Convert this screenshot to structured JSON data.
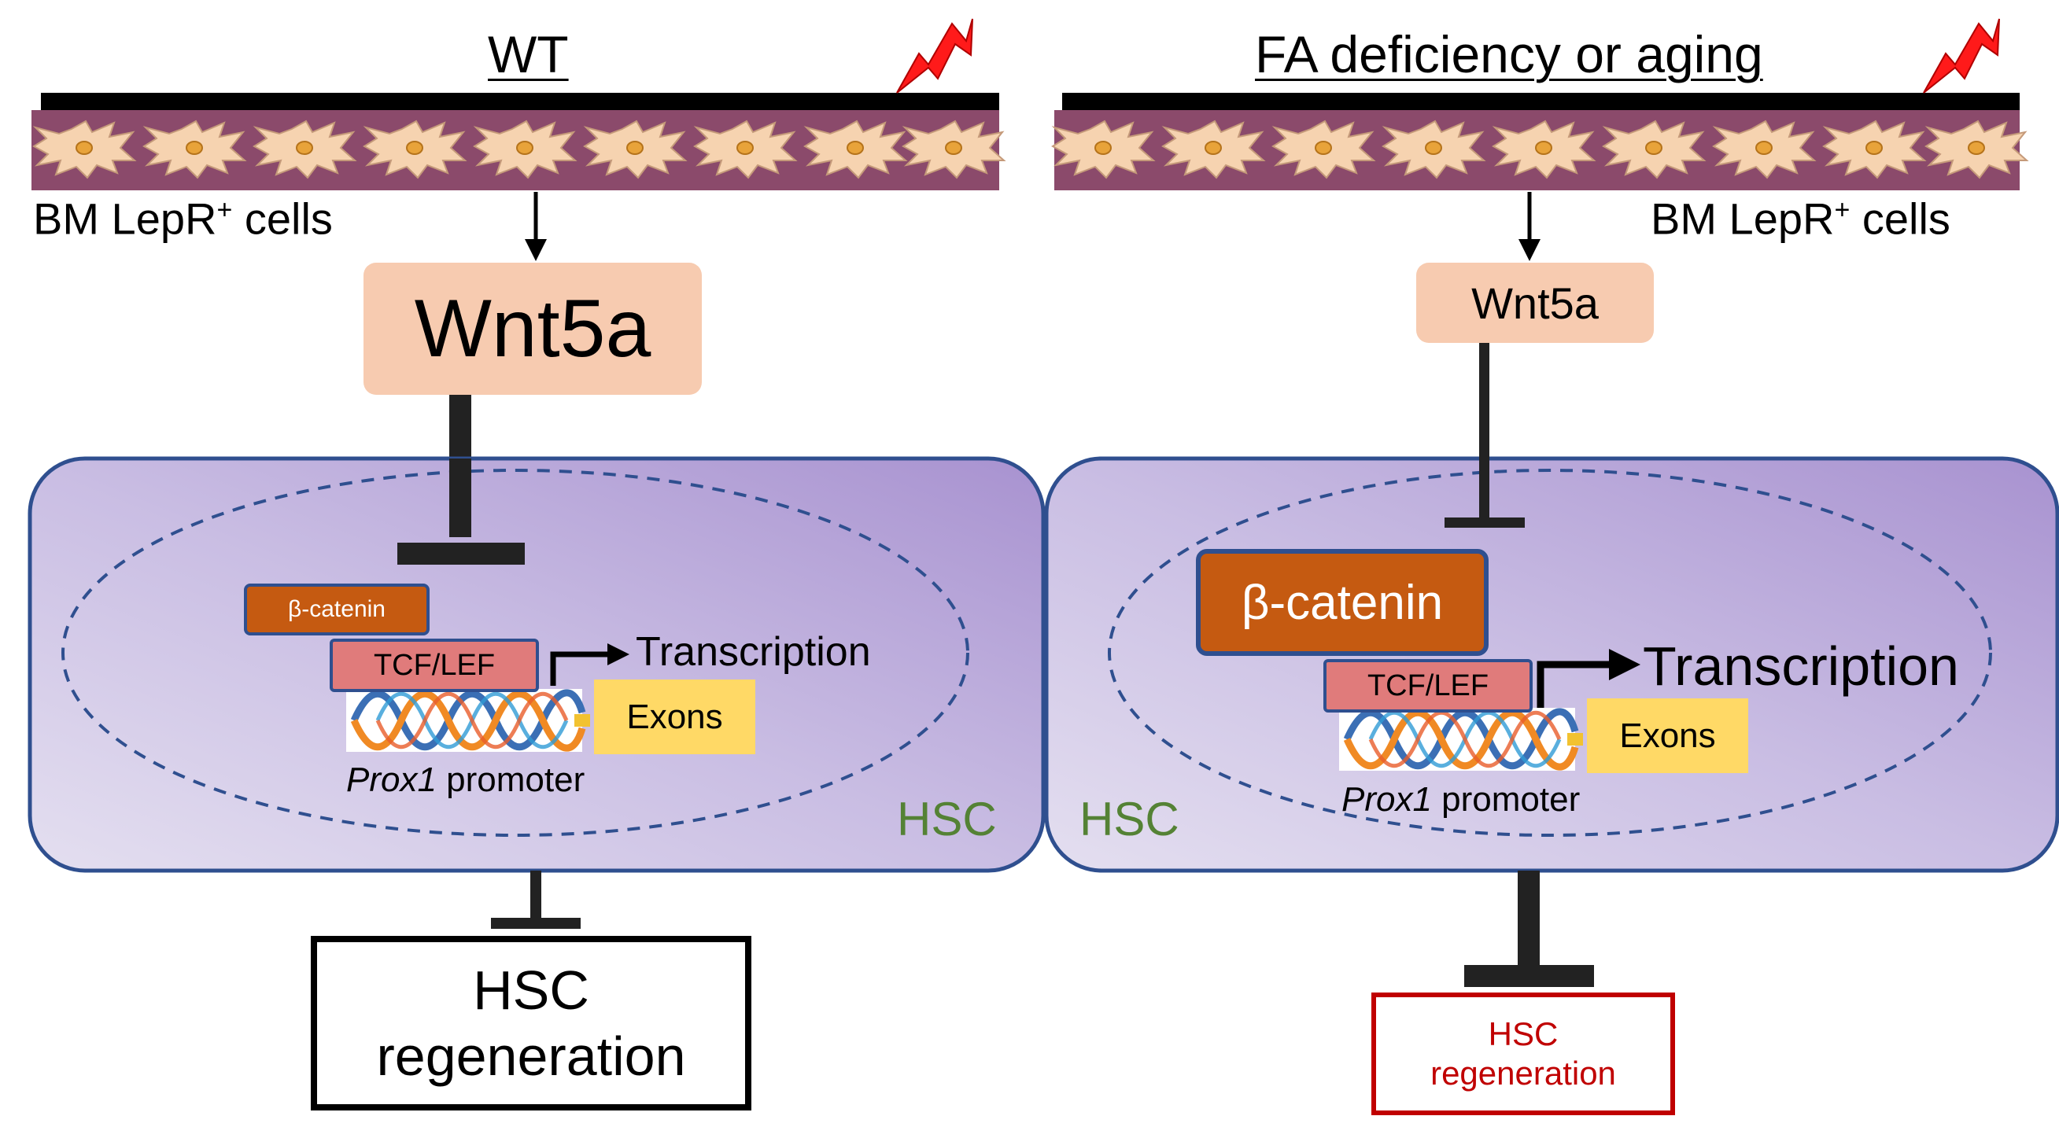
{
  "colors": {
    "membrane_top": "#000000",
    "tissue": "#8b4a6b",
    "cell_fill": "#f6d3b0",
    "nucleus": "#e8a33a",
    "wnt_box": "#f7cbb0",
    "hsc_fill": "#c6b6e0",
    "hsc_border": "#2f4f8f",
    "beta_catenin": "#c55a11",
    "tcf_lef": "#e07b7b",
    "exons": "#ffd966",
    "hsc_label": "#548235",
    "regen_red": "#c00000",
    "lightning": "#ff1a1a"
  },
  "left_panel": {
    "title": "WT",
    "cells_label": "BM LepR",
    "cells_sup": "+",
    "cells_suffix": " cells",
    "ligand": "Wnt5a",
    "beta_catenin": "β-catenin",
    "tcf_lef": "TCF/LEF",
    "transcription": "Transcription",
    "exons": "Exons",
    "promoter_italic": "Prox1",
    "promoter_suffix": " promoter",
    "hsc_label": "HSC",
    "outcome_line1": "HSC",
    "outcome_line2": "regeneration"
  },
  "right_panel": {
    "title": "FA deficiency or aging",
    "cells_label": "BM LepR",
    "cells_sup": "+",
    "cells_suffix": " cells",
    "ligand": "Wnt5a",
    "beta_catenin": "β-catenin",
    "tcf_lef": "TCF/LEF",
    "transcription": "Transcription",
    "exons": "Exons",
    "promoter_italic": "Prox1",
    "promoter_suffix": " promoter",
    "hsc_label": "HSC",
    "outcome_line1": "HSC",
    "outcome_line2": "regeneration"
  }
}
